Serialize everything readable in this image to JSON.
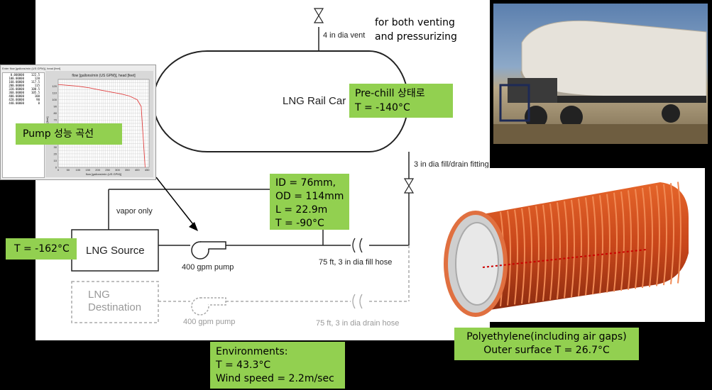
{
  "diagram": {
    "vent_note": [
      "for both venting",
      "and pressurizing"
    ],
    "vent_label": "4 in dia vent",
    "rail_car_label": "LNG Rail Car",
    "fill_fitting_label": "3 in dia fill/drain fitting",
    "vapor_label": "vapor only",
    "source_label": "LNG Source",
    "pump_label": "400 gpm pump",
    "fill_hose_label": "75 ft, 3 in dia fill hose",
    "destination_label": [
      "LNG",
      "Destination"
    ],
    "dest_pump_label": "400 gpm pump",
    "drain_hose_label": "75 ft, 3 in dia drain hose"
  },
  "callouts": {
    "pump_curve": "Pump 성능 곡선",
    "prechill": [
      "Pre-chill 상태로",
      "T = -140°C"
    ],
    "pipe": [
      "ID = 76mm,",
      "OD = 114mm",
      "L = 22.9m",
      "T = -90°C"
    ],
    "source_temp": "T = -162°C",
    "environment": [
      "Environments:",
      "T = 43.3°C",
      "Wind speed = 2.2m/sec"
    ],
    "hose_material": [
      "Polyethylene(including air gaps)",
      "Outer surface T = 26.7°C"
    ]
  },
  "pump_chart": {
    "header": "Enter flow [gallons/min (US GPM)], head [feet]",
    "title": "flow [gallons/min (US GPM)], head [feet]",
    "xlabel": "flow [gallons/min (US GPM)]",
    "ylabel": "head [feet]",
    "table": [
      [
        "0.000000",
        "122.5"
      ],
      [
        "100.00000",
        "120"
      ],
      [
        "160.00000",
        "117.5"
      ],
      [
        "200.00000",
        "115"
      ],
      [
        "320.00000",
        "108.5"
      ],
      [
        "360.00000",
        "105.5"
      ],
      [
        "400.00000",
        "100"
      ],
      [
        "420.00000",
        "90"
      ],
      [
        "440.00000",
        "0"
      ]
    ]
  },
  "chart_data": {
    "type": "line",
    "title": "flow [gallons/min (US GPM)], head [feet]",
    "xlabel": "flow [gallons/min (US GPM)]",
    "ylabel": "head [feet]",
    "xlim": [
      0,
      460
    ],
    "ylim": [
      0,
      130
    ],
    "xticks": [
      "0",
      "50",
      "100",
      "150",
      "200",
      "250",
      "300",
      "350",
      "400",
      "450"
    ],
    "yticks": [
      "0",
      "10",
      "20",
      "30",
      "40",
      "50",
      "60",
      "70",
      "80",
      "90",
      "100",
      "110",
      "120"
    ],
    "series": [
      {
        "x": [
          0,
          100,
          160,
          200,
          320,
          360,
          400,
          420,
          440
        ],
        "y": [
          122.5,
          120,
          117.5,
          115,
          108.5,
          105.5,
          100,
          90,
          0
        ]
      }
    ],
    "colors": {
      "line": "#e04040",
      "grid": "#b8b8b8"
    }
  }
}
